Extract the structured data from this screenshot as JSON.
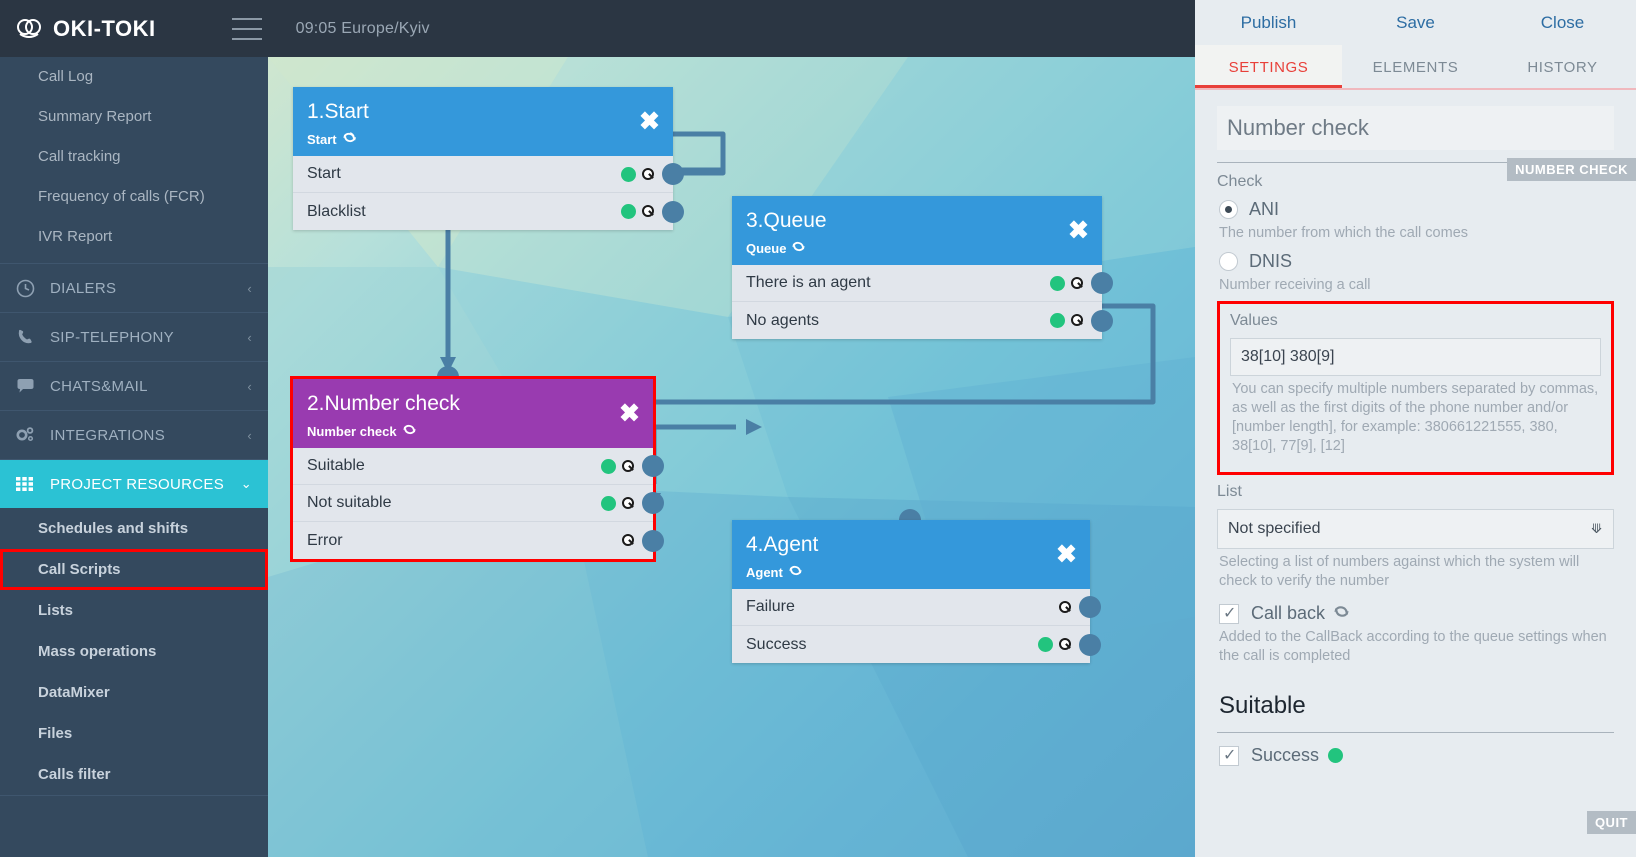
{
  "header": {
    "brand": "OKI-TOKI",
    "brand_logo_icon": "cloud-logo-icon",
    "menu_icon": "hamburger-menu-icon",
    "clock": "09:05  Europe/Kyiv"
  },
  "sidebar": {
    "links": [
      {
        "label": "Call Log"
      },
      {
        "label": "Summary Report"
      },
      {
        "label": "Call tracking"
      },
      {
        "label": "Frequency of calls (FCR)"
      },
      {
        "label": "IVR Report"
      }
    ],
    "groups": [
      {
        "label": "DIALERS",
        "icon": "clock-icon",
        "chevron": "‹",
        "active": false
      },
      {
        "label": "SIP-TELEPHONY",
        "icon": "phone-icon",
        "chevron": "‹",
        "active": false
      },
      {
        "label": "CHATS&MAIL",
        "icon": "chat-icon",
        "chevron": "‹",
        "active": false
      },
      {
        "label": "INTEGRATIONS",
        "icon": "gears-icon",
        "chevron": "‹",
        "active": false
      },
      {
        "label": "PROJECT RESOURCES",
        "icon": "grid-icon",
        "chevron": "⌄",
        "active": true
      }
    ],
    "subitems": [
      {
        "label": "Schedules and shifts",
        "highlighted": false
      },
      {
        "label": "Call Scripts",
        "highlighted": true
      },
      {
        "label": "Lists",
        "highlighted": false
      },
      {
        "label": "Mass operations",
        "highlighted": false
      },
      {
        "label": "DataMixer",
        "highlighted": false
      },
      {
        "label": "Files",
        "highlighted": false
      },
      {
        "label": "Calls filter",
        "highlighted": false
      }
    ]
  },
  "flowchart": {
    "close_icon": "close-x-icon",
    "refresh_icon": "refresh-icon",
    "nodes": [
      {
        "id": "start",
        "title": "1.Start",
        "subtitle": "Start",
        "color": "#3498db",
        "highlighted": false,
        "rows": [
          {
            "label": "Start",
            "green": true
          },
          {
            "label": "Blacklist",
            "green": true
          }
        ]
      },
      {
        "id": "queue",
        "title": "3.Queue",
        "subtitle": "Queue",
        "color": "#3498db",
        "highlighted": false,
        "rows": [
          {
            "label": "There is an agent",
            "green": true
          },
          {
            "label": "No agents",
            "green": true
          }
        ]
      },
      {
        "id": "number-check",
        "title": "2.Number check",
        "subtitle": "Number check",
        "color": "#993bb0",
        "highlighted": true,
        "rows": [
          {
            "label": "Suitable",
            "green": true
          },
          {
            "label": "Not suitable",
            "green": true
          },
          {
            "label": "Error",
            "green": false
          }
        ]
      },
      {
        "id": "agent",
        "title": "4.Agent",
        "subtitle": "Agent",
        "color": "#3498db",
        "highlighted": false,
        "rows": [
          {
            "label": "Failure",
            "green": false
          },
          {
            "label": "Success",
            "green": true
          }
        ]
      }
    ]
  },
  "panel": {
    "actions": [
      {
        "label": "Publish"
      },
      {
        "label": "Save"
      },
      {
        "label": "Close"
      }
    ],
    "tabs": [
      {
        "label": "SETTINGS",
        "active": true
      },
      {
        "label": "ELEMENTS",
        "active": false
      },
      {
        "label": "HISTORY",
        "active": false
      }
    ],
    "title_value": "Number check",
    "badge_number_check": "NUMBER CHECK",
    "badge_quit": "QUIT",
    "check_label": "Check",
    "radio_ani": {
      "label": "ANI",
      "selected": true,
      "hint": "The number from which the call comes"
    },
    "radio_dnis": {
      "label": "DNIS",
      "selected": false,
      "hint": "Number receiving a call"
    },
    "values": {
      "label": "Values",
      "value": "38[10] 380[9]",
      "hint": "You can specify multiple numbers separated by commas, as well as the first digits of the phone number and/or [number length], for example: 380661221555, 380, 38[10], 77[9], [12]"
    },
    "list": {
      "label": "List",
      "selected": "Not specified",
      "options": [
        "Not specified"
      ],
      "hint": "Selecting a list of numbers against which the system will check to verify the number",
      "chevron_icon": "chevron-down-icon"
    },
    "callback": {
      "label": "Call back",
      "checked": true,
      "refresh_icon": "refresh-icon",
      "hint": "Added to the CallBack according to the queue settings when the call is completed"
    },
    "section_suitable": "Suitable",
    "success": {
      "label": "Success",
      "checked": true
    }
  },
  "colors": {
    "accent_blue": "#3498db",
    "accent_purple": "#993bb0",
    "sidebar_active": "#2bc2d4",
    "highlight_red": "#ff0000",
    "port_green": "#22c47e",
    "connector": "#4a7fa5",
    "tab_active": "#e8403a"
  }
}
